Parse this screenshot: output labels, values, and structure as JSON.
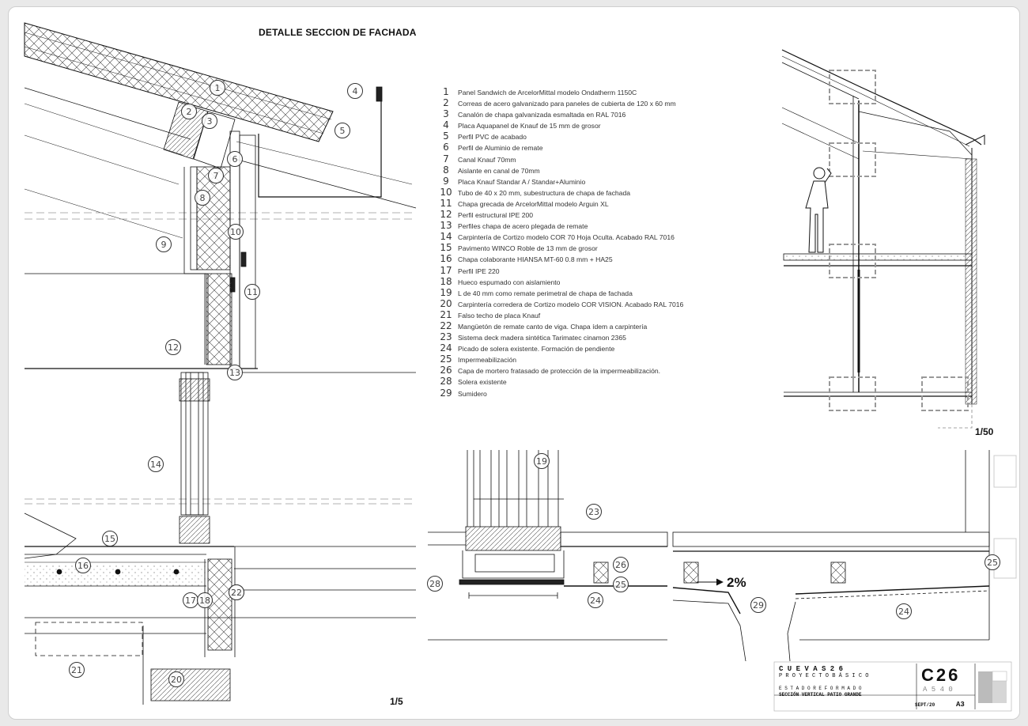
{
  "drawing": {
    "title": "DETALLE SECCION DE FACHADA",
    "scale_detail": "1/5",
    "scale_section": "1/50",
    "slope_label": "2%"
  },
  "legend": [
    {
      "n": "1",
      "text": "Panel Sandwich de ArcelorMittal  modelo Ondatherm 1150C"
    },
    {
      "n": "2",
      "text": "Correas de acero galvanizado para paneles de cubierta de 120 x 60 mm"
    },
    {
      "n": "3",
      "text": "Canalón de chapa galvanizada esmaltada en RAL 7016"
    },
    {
      "n": "4",
      "text": "Placa Aquapanel de Knauf de 15 mm de grosor"
    },
    {
      "n": "5",
      "text": "Perfil PVC de acabado"
    },
    {
      "n": "6",
      "text": "Perfil de Aluminio de remate"
    },
    {
      "n": "7",
      "text": "Canal Knauf 70mm"
    },
    {
      "n": "8",
      "text": "Aislante en canal de 70mm"
    },
    {
      "n": "9",
      "text": "Placa Knauf Standar A / Standar+Aluminio"
    },
    {
      "n": "10",
      "text": "Tubo de 40 x 20 mm, subestructura de chapa de fachada"
    },
    {
      "n": "11",
      "text": "Chapa grecada de ArcelorMittal modelo Arguin XL"
    },
    {
      "n": "12",
      "text": "Perfil estructural IPE 200"
    },
    {
      "n": "13",
      "text": "Perfiles chapa de acero plegada  de remate"
    },
    {
      "n": "14",
      "text": "Carpintería de Cortizo modelo COR 70 Hoja Oculta. Acabado RAL 7016"
    },
    {
      "n": "15",
      "text": "Pavimento WINCO Roble de 13 mm de grosor"
    },
    {
      "n": "16",
      "text": "Chapa colaborante HIANSA MT-60 0.8 mm + HA25"
    },
    {
      "n": "17",
      "text": "Perfil IPE 220"
    },
    {
      "n": "18",
      "text": "Hueco espumado con aislamiento"
    },
    {
      "n": "19",
      "text": "L de 40 mm como remate perimetral de chapa de fachada"
    },
    {
      "n": "20",
      "text": "Carpintería corredera de Cortizo modelo COR VISION. Acabado RAL 7016"
    },
    {
      "n": "21",
      "text": "Falso techo de placa Knauf"
    },
    {
      "n": "22",
      "text": "Mangüetón de remate canto de viga. Chapa ídem a carpintería"
    },
    {
      "n": "23",
      "text": "Sistema deck madera sintética Tarimatec cinamon 2365"
    },
    {
      "n": "24",
      "text": "Picado de solera existente. Formación de pendiente"
    },
    {
      "n": "25",
      "text": "Impermeabilización"
    },
    {
      "n": "26",
      "text": "Capa de mortero fratasado de protección de la impermeabilización."
    },
    {
      "n": "28",
      "text": "Solera  existente"
    },
    {
      "n": "29",
      "text": "Sumidero"
    }
  ],
  "callouts_detail": [
    "1",
    "2",
    "3",
    "4",
    "5",
    "6",
    "7",
    "8",
    "9",
    "10",
    "11",
    "12",
    "13",
    "14",
    "15",
    "16",
    "17",
    "18",
    "19",
    "20",
    "21",
    "22"
  ],
  "callouts_bottom": [
    "19",
    "23",
    "26",
    "25",
    "24",
    "28",
    "29",
    "24",
    "25"
  ],
  "titleblock": {
    "project": "C U E V A S   2 6",
    "phase": "P R O Y E C T O   B Á S I C O",
    "code": "C26",
    "sheet_code": "A 5 4 0",
    "state": "E S T A D O   R E F O R M A D O",
    "section": "SECCIÓN VERTICAL PATIO GRANDE",
    "date": "SEPT/20",
    "format": "A3"
  }
}
